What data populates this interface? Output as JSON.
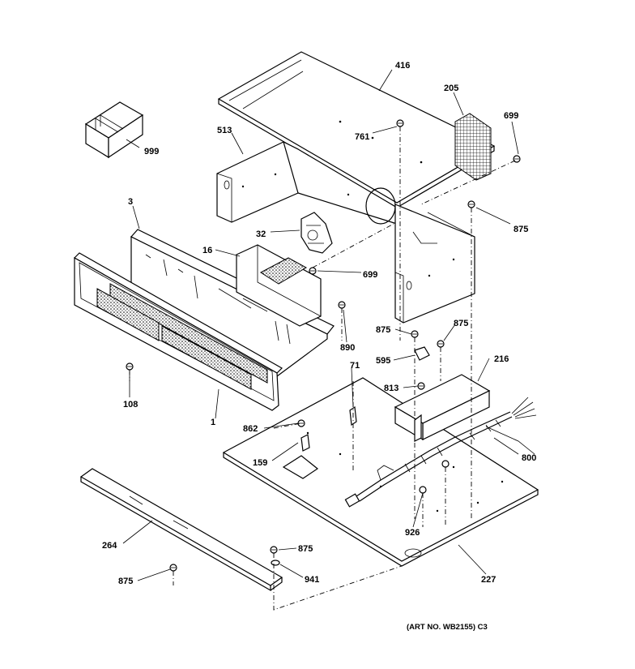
{
  "labels": {
    "l416": "416",
    "l205": "205",
    "l699a": "699",
    "l513": "513",
    "l761": "761",
    "l999": "999",
    "l875a": "875",
    "l3": "3",
    "l32": "32",
    "l16": "16",
    "l699b": "699",
    "l890": "890",
    "l875b": "875",
    "l875c": "875",
    "l595": "595",
    "l216": "216",
    "l108": "108",
    "l71": "71",
    "l813": "813",
    "l1": "1",
    "l862": "862",
    "l800": "800",
    "l159": "159",
    "l264": "264",
    "l926": "926",
    "l875d": "875",
    "l875e": "875",
    "l941": "941",
    "l227": "227"
  },
  "caption": "(ART NO. WB2155) C3"
}
